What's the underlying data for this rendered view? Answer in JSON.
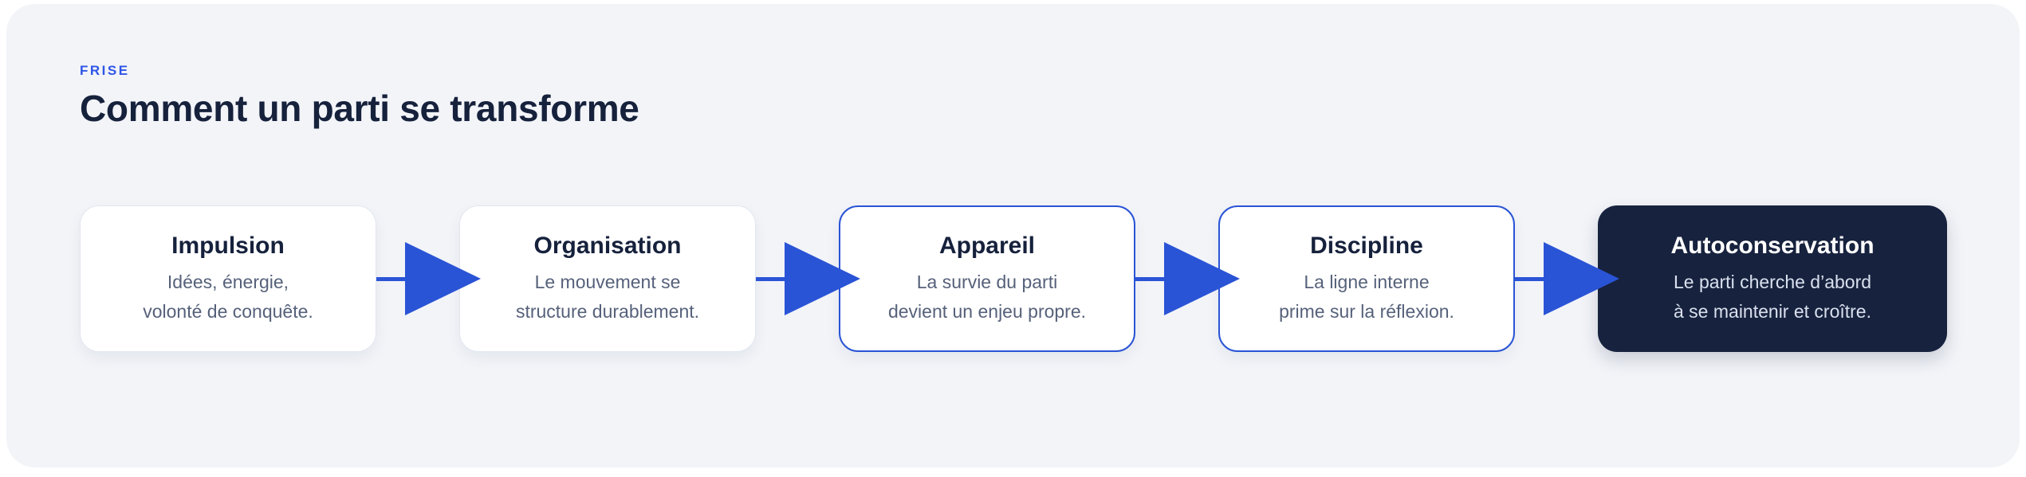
{
  "theme": {
    "page_bg": "#ffffff",
    "card_bg": "#f2f4f8",
    "accent": "#2a54d6",
    "eyebrow_color": "#2f55e6",
    "heading_color": "#16213c",
    "desc_color": "#56617a",
    "box_bg": "#ffffff",
    "box_border_light": "#e2e6f0",
    "box_border_blue": "#2a54d6",
    "dark_box_bg": "#17223e",
    "dark_box_title": "#ffffff",
    "dark_box_desc": "#d9e0ee"
  },
  "header": {
    "eyebrow": "FRISE",
    "title": "Comment un parti se transforme"
  },
  "timeline": {
    "arrow_icon": "arrow-right",
    "steps": [
      {
        "title": "Impulsion",
        "desc_line1": "Idées, énergie,",
        "desc_line2": "volonté de conquête.",
        "variant": "plain"
      },
      {
        "title": "Organisation",
        "desc_line1": "Le mouvement se",
        "desc_line2": "structure durablement.",
        "variant": "plain"
      },
      {
        "title": "Appareil",
        "desc_line1": "La survie du parti",
        "desc_line2": "devient un enjeu propre.",
        "variant": "outlined"
      },
      {
        "title": "Discipline",
        "desc_line1": "La ligne interne",
        "desc_line2": "prime sur la réflexion.",
        "variant": "outlined"
      },
      {
        "title": "Autoconservation",
        "desc_line1": "Le parti cherche d’abord",
        "desc_line2": "à se maintenir et croître.",
        "variant": "dark"
      }
    ]
  }
}
